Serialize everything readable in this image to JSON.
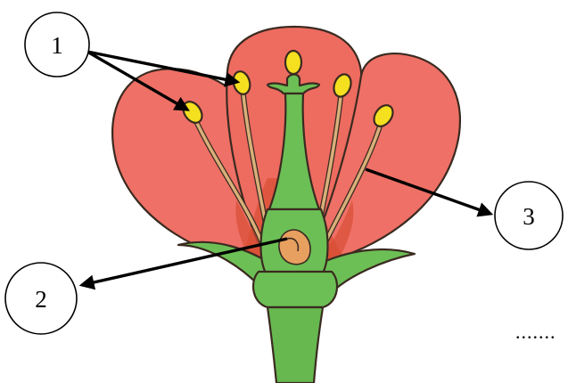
{
  "labels": [
    {
      "id": "1",
      "text": "1"
    },
    {
      "id": "2",
      "text": "2"
    },
    {
      "id": "3",
      "text": "3"
    }
  ],
  "answer_dots": ".......",
  "colors": {
    "petal": "#ef7066",
    "petal_dark": "#e05a4c",
    "petal_inner": "#d94f35",
    "sepal": "#6cbf55",
    "sepal_dark": "#4f9c3f",
    "stem": "#66b84f",
    "stamen_filament": "#d9b07a",
    "anther": "#f5e020",
    "ovule": "#e8a060",
    "outline": "#3a2a20",
    "arrow": "#000000"
  }
}
